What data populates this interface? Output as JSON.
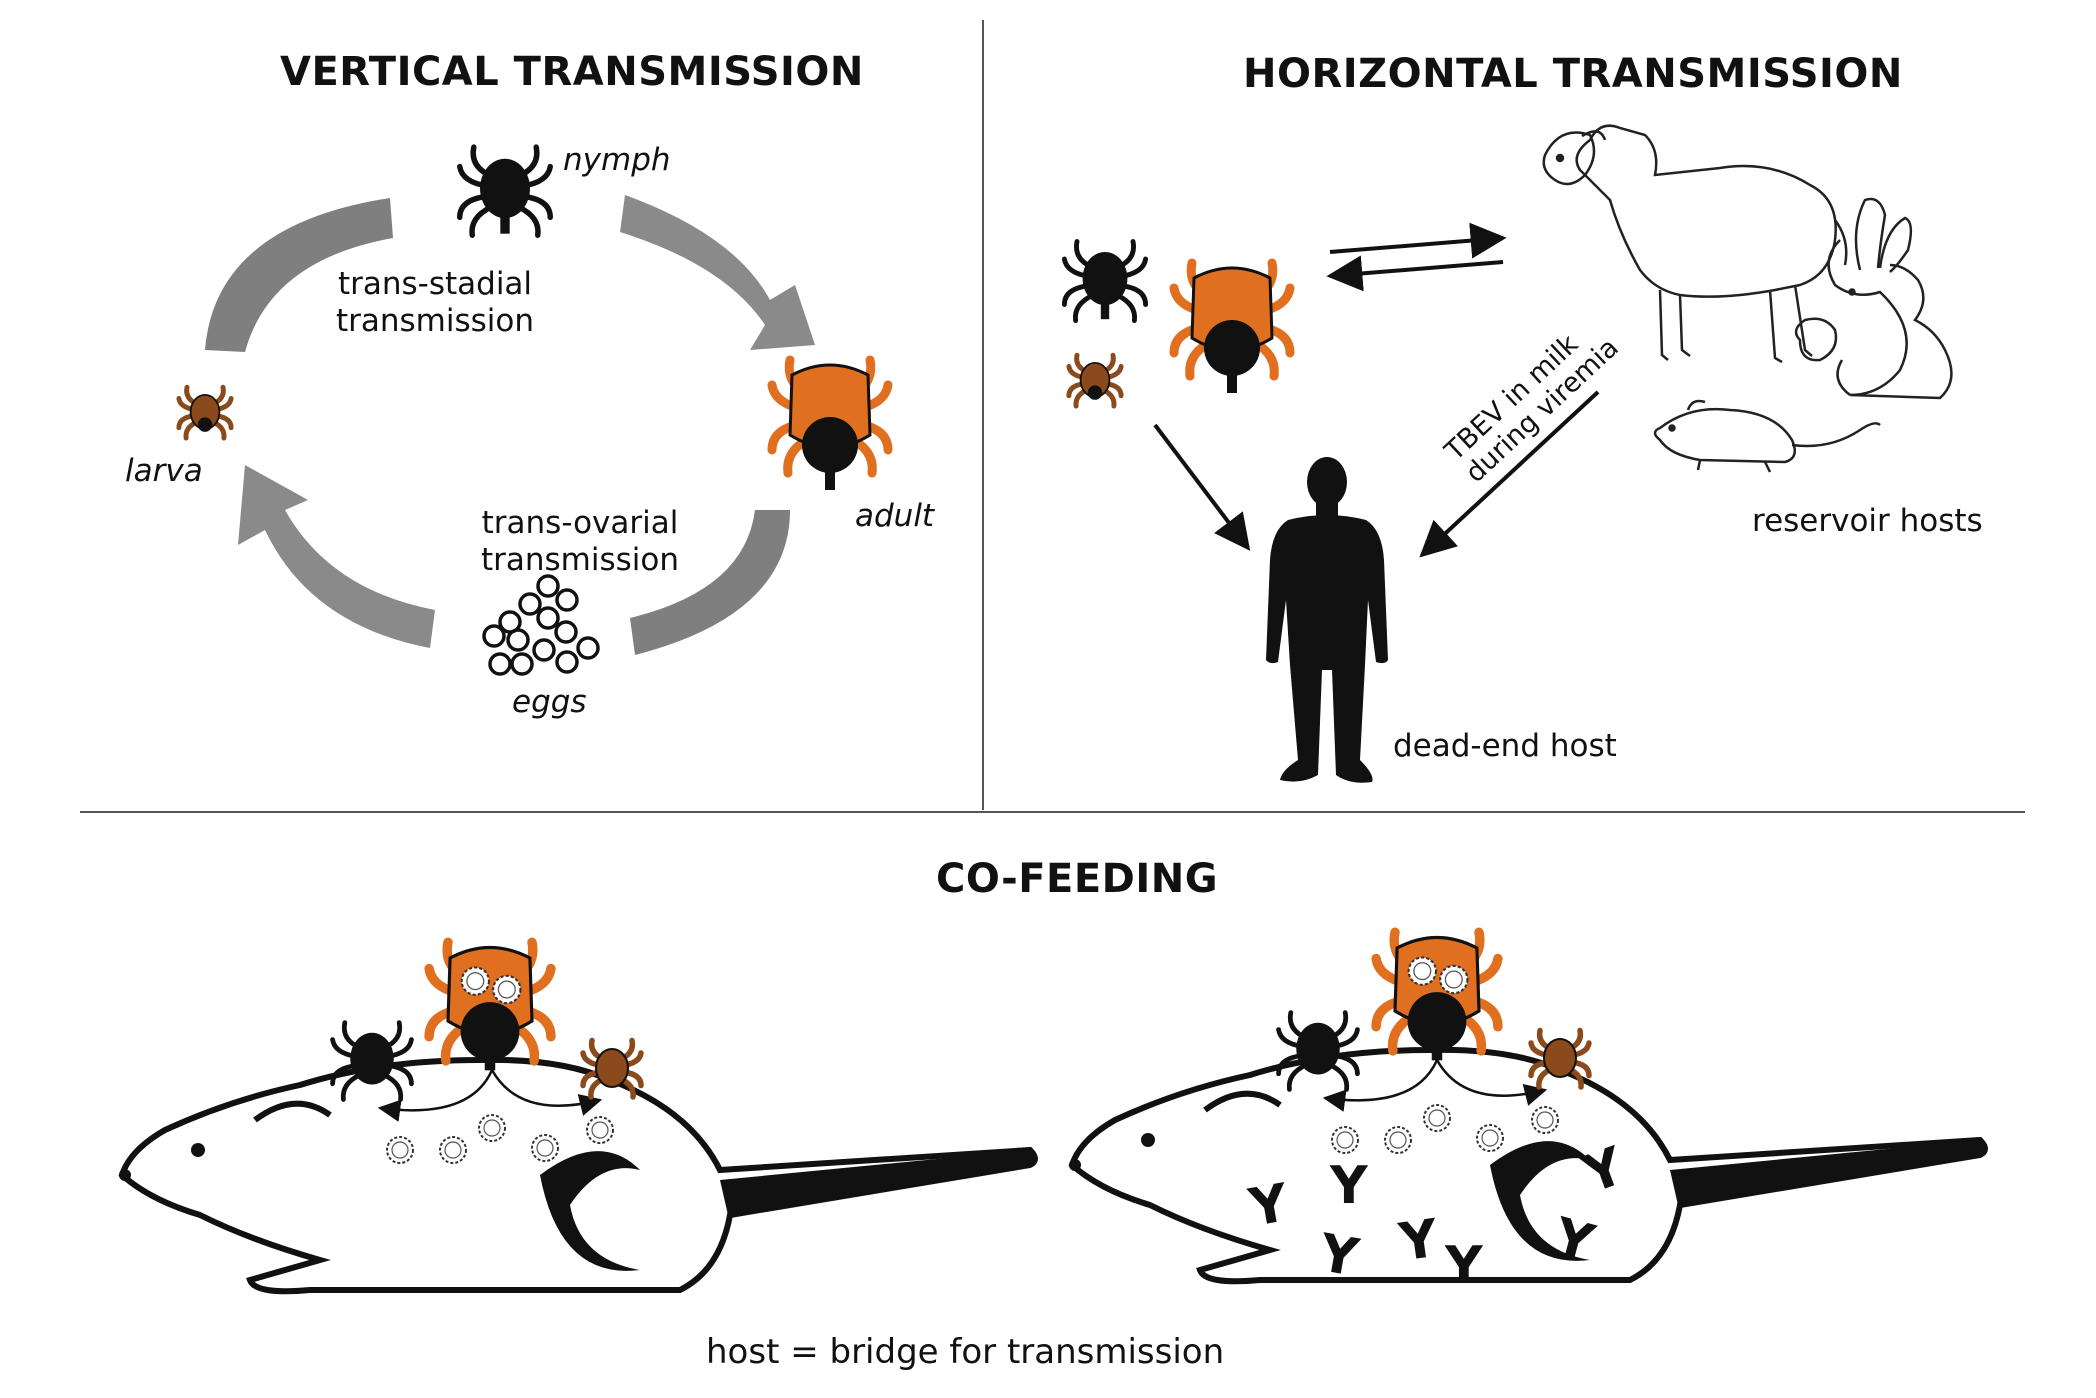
{
  "panels": {
    "vertical": {
      "title": "VERTICAL TRANSMISSION",
      "stages": {
        "nymph": "nymph",
        "adult": "adult",
        "eggs": "eggs",
        "larva": "larva"
      },
      "arrow_labels": {
        "trans_stadial": [
          "trans-stadial",
          "transmission"
        ],
        "trans_ovarial": [
          "trans-ovarial",
          "transmission"
        ]
      }
    },
    "horizontal": {
      "title": "HORIZONTAL TRANSMISSION",
      "milk_label": [
        "TBEV in milk",
        "during viremia"
      ],
      "reservoir_label": "reservoir hosts",
      "dead_end_label": "dead-end host"
    },
    "cofeeding": {
      "title": "CO-FEEDING",
      "caption": "host = bridge for transmission",
      "antibody_glyph": "Y"
    }
  },
  "colors": {
    "adult_tick": "#e07020",
    "larva_tick": "#8a4a1c",
    "nymph_tick": "#111111",
    "cycle_arrow": "#8a8a8a",
    "divider": "#555555"
  },
  "icons": [
    "tick-icon",
    "sheep-icon",
    "rabbit-icon",
    "mouse-icon",
    "human-icon",
    "rat-icon",
    "virus-icon",
    "antibody-icon",
    "egg-icon"
  ]
}
